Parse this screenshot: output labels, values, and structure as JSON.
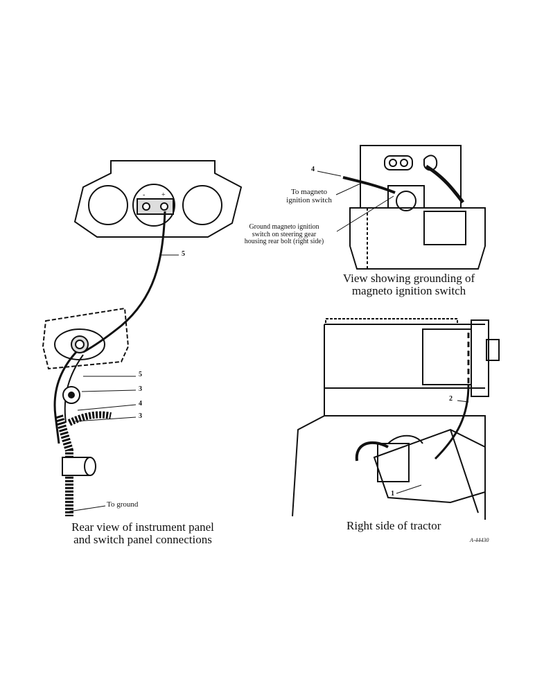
{
  "top_right": {
    "callout_number": "4",
    "label_line1": "To magneto",
    "label_line2": "ignition switch",
    "ground_line1": "Ground magneto ignition",
    "ground_line2": "switch on steering gear",
    "ground_line3": "housing rear bolt (right side)",
    "caption_line1": "View showing grounding of",
    "caption_line2": "magneto ignition switch"
  },
  "left": {
    "callout_5_top": "5",
    "callout_5": "5",
    "callout_3_upper": "3",
    "callout_4": "4",
    "callout_3_lower": "3",
    "ground_label": "To ground",
    "caption_line1": "Rear view of instrument panel",
    "caption_line2": "and switch panel connections"
  },
  "bottom_right": {
    "callout_2": "2",
    "callout_1": "1",
    "caption": "Right side of tractor"
  },
  "figure_id": "A-44430",
  "colors": {
    "ink": "#111111",
    "paper": "#ffffff"
  }
}
